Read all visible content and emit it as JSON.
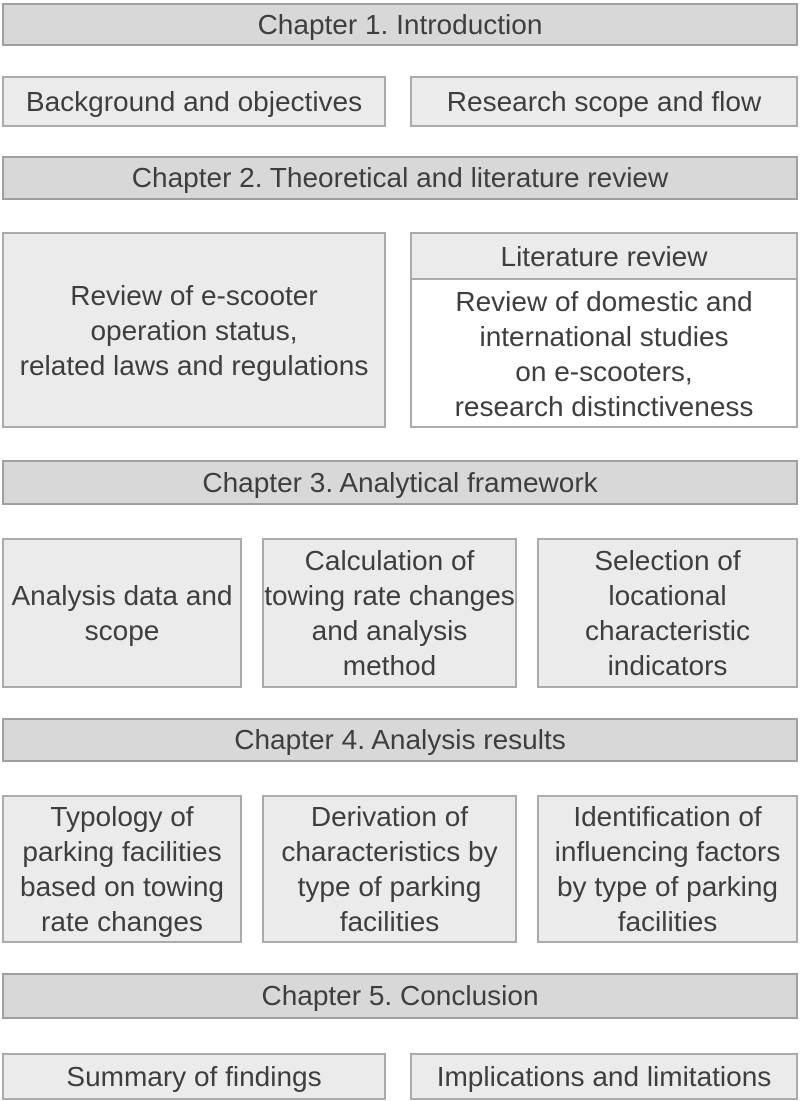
{
  "colors": {
    "page_bg": "#ffffff",
    "bar_fill": "#d8d8d8",
    "bar_border": "#9f9f9f",
    "box_fill": "#ebebeb",
    "box_border": "#ababab",
    "white_fill": "#ffffff",
    "text": "#3e3e3e"
  },
  "sections": [
    {
      "title": "Chapter 1. Introduction",
      "boxes": [
        {
          "text": "Background and objectives"
        },
        {
          "text": "Research scope and flow"
        }
      ]
    },
    {
      "title": "Chapter 2. Theoretical and literature review",
      "boxes": [
        {
          "text": "Review of e-scooter\noperation status,\nrelated laws and regulations"
        },
        {
          "header": "Literature review",
          "text": "Review of domestic and\ninternational studies\non e-scooters,\nresearch distinctiveness"
        }
      ]
    },
    {
      "title": "Chapter 3. Analytical framework",
      "boxes": [
        {
          "text": "Analysis data and\nscope"
        },
        {
          "text": "Calculation of\ntowing rate changes\nand analysis\nmethod"
        },
        {
          "text": "Selection of\nlocational\ncharacteristic\nindicators"
        }
      ]
    },
    {
      "title": "Chapter 4. Analysis results",
      "boxes": [
        {
          "text": "Typology of\nparking facilities\nbased on towing\nrate changes"
        },
        {
          "text": "Derivation of\ncharacteristics by\ntype of parking\nfacilities"
        },
        {
          "text": "Identification of\ninfluencing factors\nby type of parking\nfacilities"
        }
      ]
    },
    {
      "title": "Chapter 5. Conclusion",
      "boxes": [
        {
          "text": "Summary of findings"
        },
        {
          "text": "Implications and limitations"
        }
      ]
    }
  ]
}
